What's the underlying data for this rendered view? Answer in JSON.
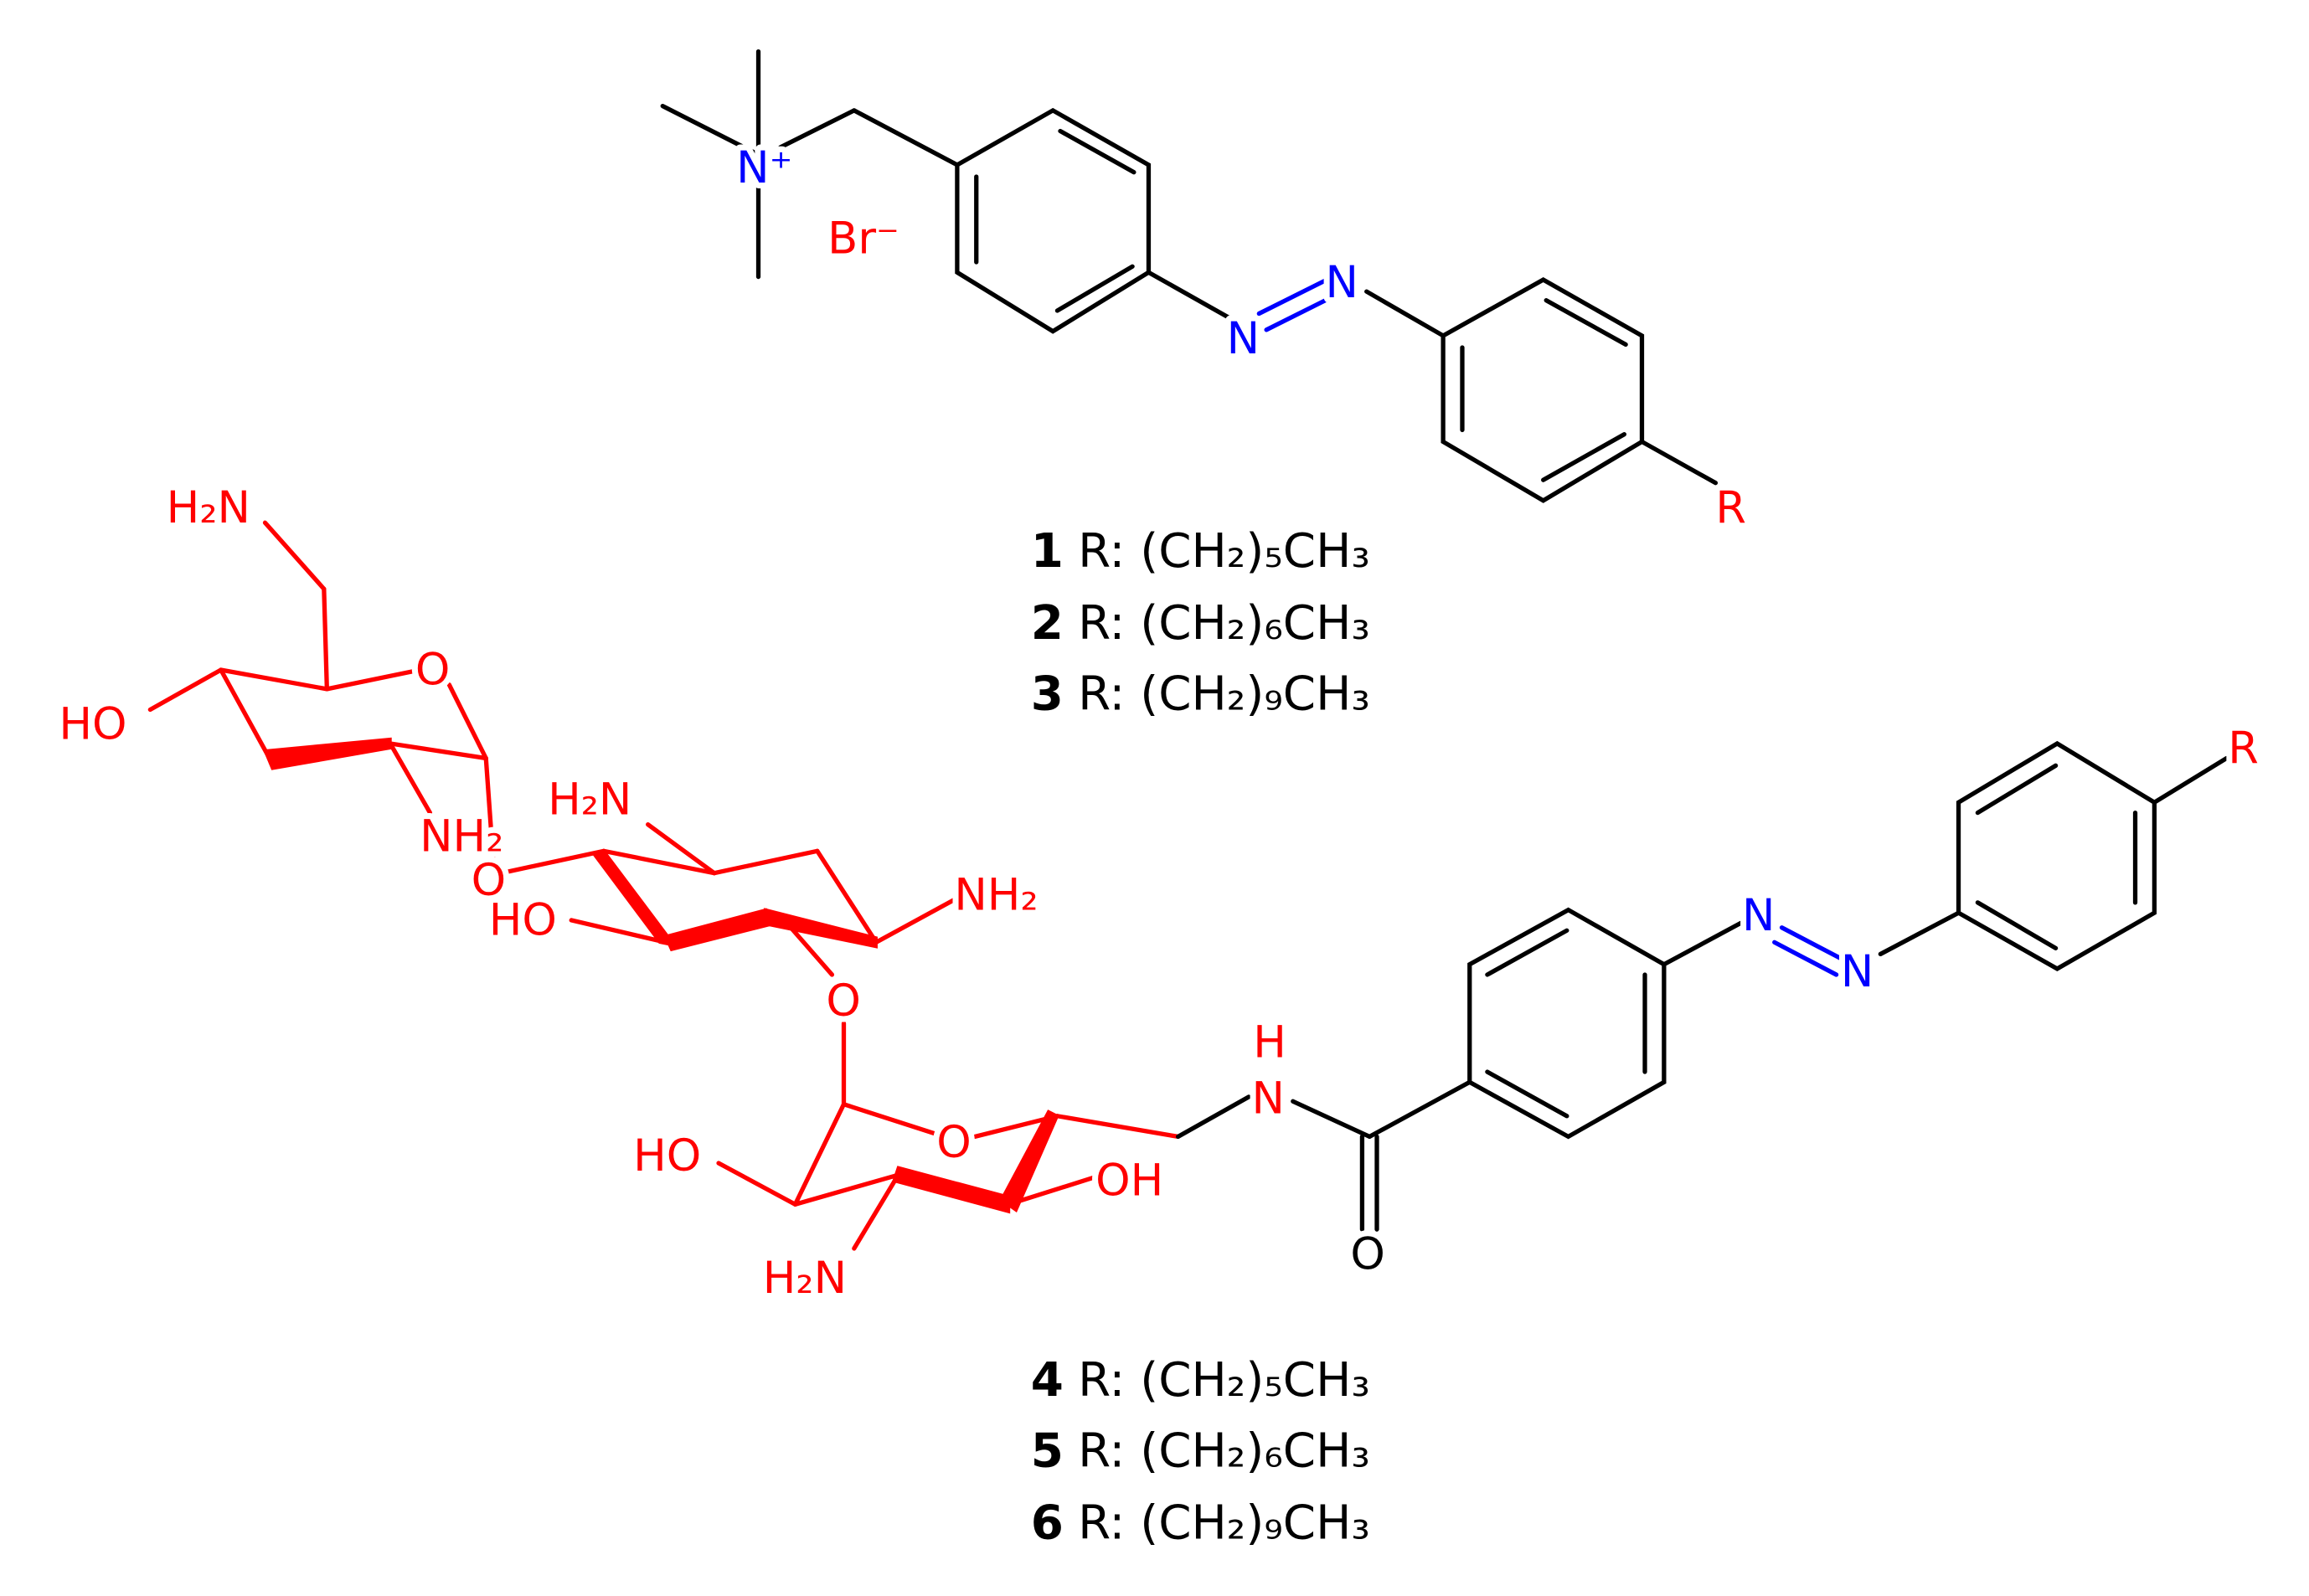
{
  "colors": {
    "bond": "#000000",
    "sugar": "#ff0000",
    "azo": "#0000ff"
  },
  "atoms": {
    "ammonium": "N⁺",
    "bromide": "Br⁻",
    "azo_n": "N",
    "r_group": "R",
    "amine_left": "H₂N",
    "amine_right": "NH₂",
    "hydroxyl_left": "HO",
    "hydroxyl_right": "OH",
    "oxygen": "O",
    "amide_n": "N",
    "amide_h": "H"
  },
  "compounds_top": [
    {
      "number": "1",
      "label": "R: (CH₂)₅CH₃"
    },
    {
      "number": "2",
      "label": "R: (CH₂)₆CH₃"
    },
    {
      "number": "3",
      "label": "R:  (CH₂)₉CH₃"
    }
  ],
  "compounds_bottom": [
    {
      "number": "4",
      "label": "R: (CH₂)₅CH₃"
    },
    {
      "number": "5",
      "label": "R: (CH₂)₆CH₃"
    },
    {
      "number": "6",
      "label": "R: (CH₂)₉CH₃"
    }
  ]
}
